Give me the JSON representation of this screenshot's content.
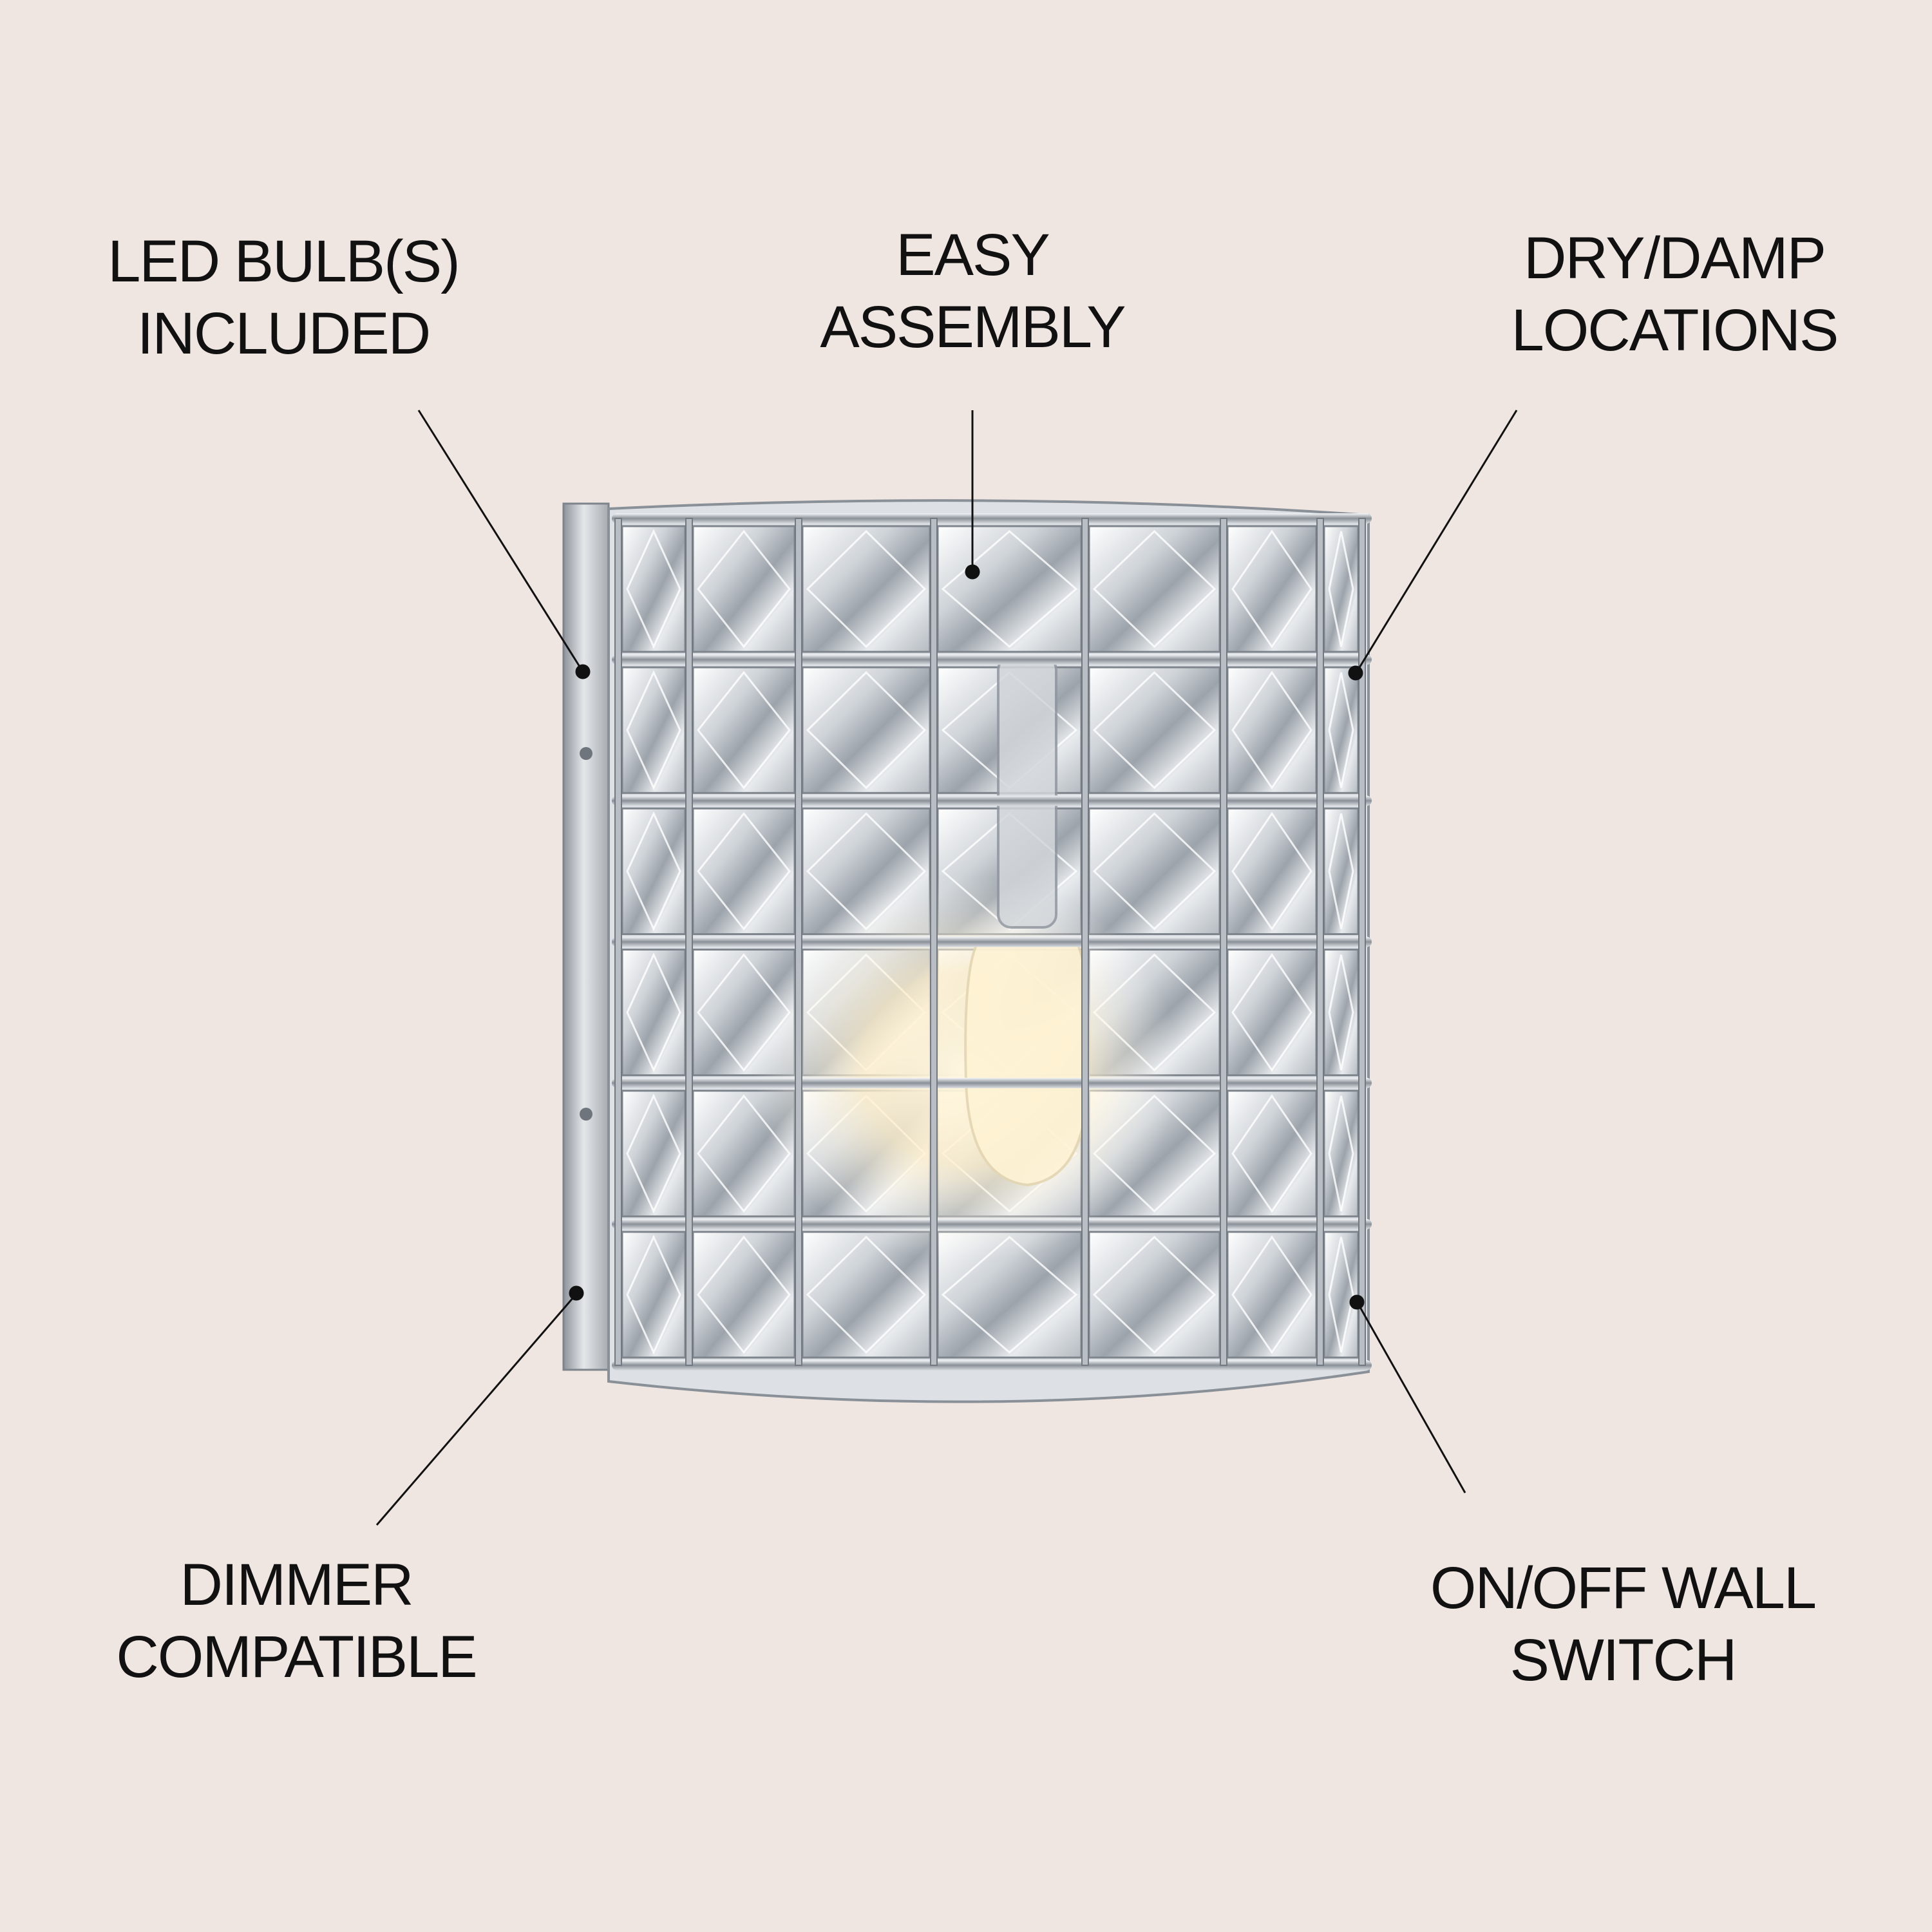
{
  "callouts": {
    "led_bulbs": {
      "line1": "LED BULB(S)",
      "line2": "INCLUDED"
    },
    "easy_assembly": {
      "line1": "EASY",
      "line2": "ASSEMBLY"
    },
    "dry_damp": {
      "line1": "DRY/DAMP",
      "line2": "LOCATIONS"
    },
    "dimmer": {
      "line1": "DIMMER",
      "line2": "COMPATIBLE"
    },
    "on_off": {
      "line1": "ON/OFF WALL",
      "line2": "SWITCH"
    }
  },
  "colors": {
    "background": "#EFE6E2",
    "text": "#111111",
    "chrome": "#C9CCD0",
    "crystal": "#E9ECEF",
    "bulb_glow": "#FFF4D6"
  },
  "product": {
    "icon": "crystal-wall-sconce",
    "rows": 6,
    "columns": 6
  }
}
